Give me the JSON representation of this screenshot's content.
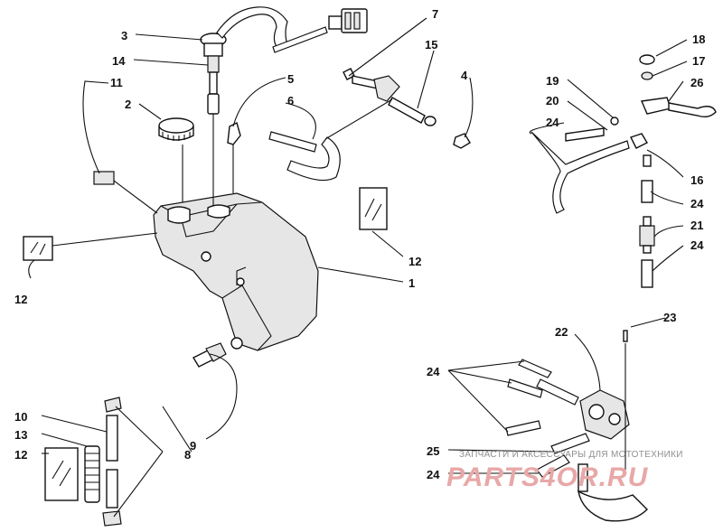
{
  "callouts": {
    "c1": "1",
    "c2": "2",
    "c3": "3",
    "c4": "4",
    "c5": "5",
    "c6": "6",
    "c7": "7",
    "c8": "8",
    "c9": "9",
    "c10": "10",
    "c11": "11",
    "c12a": "12",
    "c12b": "12",
    "c12c": "12",
    "c13": "13",
    "c14": "14",
    "c15": "15",
    "c16": "16",
    "c17": "17",
    "c18": "18",
    "c19": "19",
    "c20": "20",
    "c21": "21",
    "c22": "22",
    "c23": "23",
    "c24a": "24",
    "c24b": "24",
    "c24c": "24",
    "c24d": "24",
    "c24e": "24",
    "c25": "25",
    "c26": "26"
  },
  "watermark": {
    "caption": "ЗАПЧАСТИ И АКСЕССУАРЫ ДЛЯ МОТОТЕХНИКИ",
    "brand": "PARTS4OR.RU"
  }
}
